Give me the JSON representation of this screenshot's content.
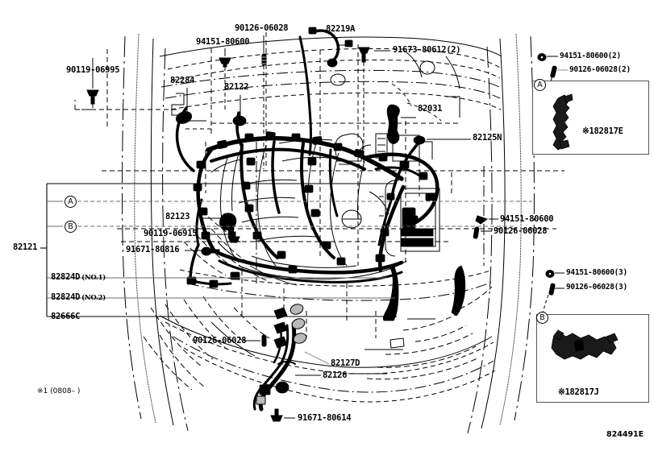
{
  "diagram": {
    "id_code": "824491E",
    "footnote": "※1 (0808–        )",
    "title_group": "82121",
    "bracket_label": "82121"
  },
  "labels": {
    "p90119_06995": "90119-06995",
    "p94151_80600": "94151-80600",
    "p90126_06028": "90126-06028",
    "p82219A": "82219A",
    "p91673_80612": "91673-80612(2)",
    "p82284": "82284",
    "p82122": "82122",
    "p82031": "82031",
    "p82125N": "82125N",
    "p82123": "82123",
    "p90119_06915": "90119-06915",
    "p91671_80816": "91671-80816",
    "p82824D_no1": "82824D",
    "p82824D_no1_sub": "(NO.1)",
    "p82824D_no2": "82824D",
    "p82824D_no2_sub": "(NO.2)",
    "p82666C": "82666C",
    "p94151_80600_r": "94151-80600",
    "p90126_06028_r": "90126-06028",
    "p90126_06028_b": "90126-06028",
    "p82127D": "82127D",
    "p82126": "82126",
    "p91671_80614": "91671-80614",
    "p82121": "82121"
  },
  "callouts": [
    {
      "key": "A",
      "letter": "A"
    },
    {
      "key": "B",
      "letter": "B"
    }
  ],
  "inset_a": {
    "letter": "A",
    "part": "※182817E",
    "fasteners": [
      "94151-80600(2)",
      "90126-06028(2)"
    ]
  },
  "inset_b": {
    "letter": "B",
    "part": "※182817J",
    "fasteners": [
      "94151-80600(3)",
      "90126-06028(3)"
    ]
  },
  "colors": {
    "ink": "#000000",
    "rule": "#6b6b6b",
    "paper": "#ffffff"
  }
}
